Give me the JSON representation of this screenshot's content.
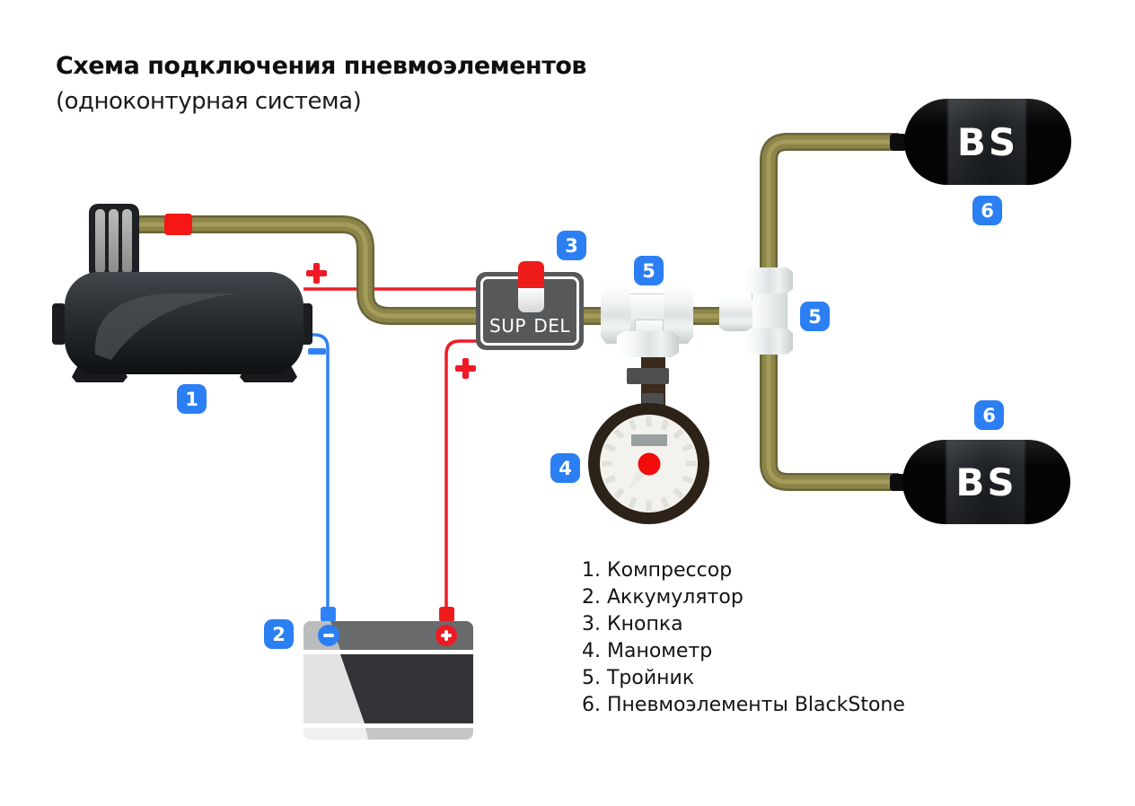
{
  "title": {
    "line1": "Схема подключения пневмоэлементов",
    "line2": "(одноконтурная система)"
  },
  "button": {
    "sup": "SUP",
    "del": "DEL"
  },
  "tanks": {
    "top_logo": "BS",
    "bottom_logo": "BS"
  },
  "callouts": {
    "compressor": "1",
    "battery": "2",
    "button": "3",
    "gauge": "4",
    "tee_left": "5",
    "tee_right": "5",
    "tank_top": "6",
    "tank_bottom": "6"
  },
  "legend": {
    "items": [
      "1. Компрессор",
      "2. Аккумулятор",
      "3. Кнопка",
      "4. Манометр",
      "5. Тройник",
      "6. Пневмоэлементы BlackStone"
    ]
  },
  "icons": {
    "plus": "+",
    "minus": "−"
  },
  "colors": {
    "accent_blue": "#2b7ff2",
    "wire_red": "#ee1b24",
    "wire_blue": "#2f82f5",
    "pipe_olive": "#8c8549",
    "tank_black": "#101214",
    "button_gray": "#56585a",
    "gauge_ring_brown": "#2c2217"
  }
}
